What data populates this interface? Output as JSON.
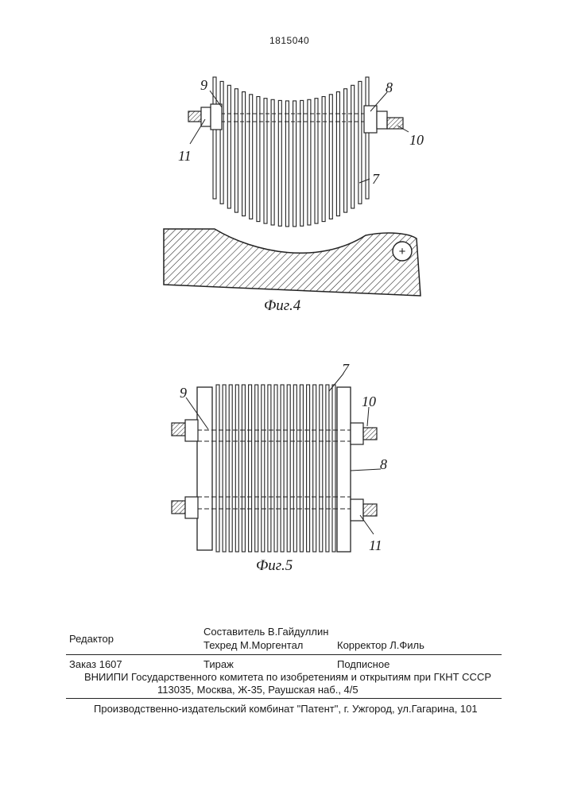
{
  "header": {
    "patent_number": "1815040"
  },
  "figure4": {
    "caption": "Фиг.4",
    "labels": {
      "l9": "9",
      "l8": "8",
      "l10": "10",
      "l11": "11",
      "l7": "7",
      "plus": "+"
    }
  },
  "figure5": {
    "caption": "Фиг.5",
    "labels": {
      "l9": "9",
      "l7": "7",
      "l10": "10",
      "l8": "8",
      "l11": "11"
    }
  },
  "colophon": {
    "composer": "Составитель В.Гайдуллин",
    "editor": "Редактор",
    "techred": "Техред М.Моргентал",
    "corrector": "Корректор Л.Филь",
    "order": "Заказ 1607",
    "circulation": "Тираж",
    "subscription": "Подписное",
    "vniipi": "ВНИИПИ Государственного комитета по изобретениям и открытиям при ГКНТ СССР",
    "address": "113035, Москва, Ж-35, Раушская наб., 4/5",
    "publisher": "Производственно-издательский комбинат \"Патент\", г. Ужгород, ул.Гагарина, 101"
  }
}
